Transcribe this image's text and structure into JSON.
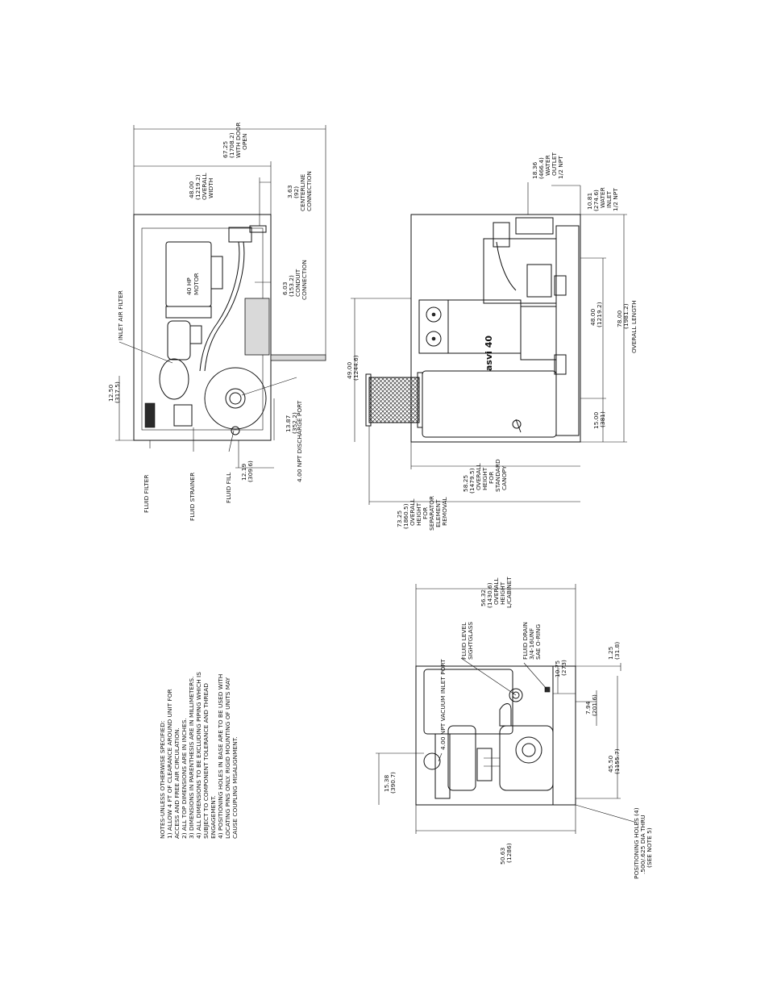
{
  "notes": {
    "header": "NOTES-UNLESS OTHERWISE SPECIFIED:",
    "lines": [
      "1) ALLOW 4 FT OF CLEARANCE AROUND UNIT FOR",
      "   ACCESS AND FREE AIR CIRCULATION.",
      "2) ALL TOP DIMENSIONS ARE IN INCHES.",
      "3) DIMENSIONS IN PARENTHESIS ARE IN MILLIMETERS.",
      "4) ALL DIMENSIONS TO BE EXCLUDING PIPING WHICH IS",
      "   SUBJECT TO COMPONENT TOLERANCE AND THREAD",
      "   ENGAGEMENT.",
      "4) POSITIONING HOLES IN BASE ARE TO BE USED WITH",
      "   LOCATING PINS ONLY. RIGID MOUNTING OF UNITS MAY",
      "   CAUSE COUPLING MISALIGNMENT."
    ]
  },
  "top_view": {
    "labels": {
      "inlet_air_filter": "INLET AIR FILTER",
      "motor": [
        "40 HP",
        "MOTOR"
      ],
      "fluid_filter": "FLUID FILTER",
      "fluid_strainer": "FLUID STRAINER",
      "fluid_fill": "FLUID FILL",
      "discharge_port": "4.00 NPT DISCHARGE PORT"
    },
    "dims": {
      "d1": [
        "67.25",
        "(1708.2)",
        "WITH DOOR",
        "OPEN"
      ],
      "d2": [
        "48.00",
        "(1219.2)",
        "OVERALL",
        "WIDTH"
      ],
      "d3": [
        "3.63",
        "(92)",
        "CENTERLINE",
        "CONNECTION"
      ],
      "d4": [
        "6.03",
        "(153.2)",
        "CONDUIT",
        "CONNECTION"
      ],
      "d5": [
        "12.50",
        "(317.5)"
      ],
      "d6": [
        "13.87",
        "(352.2)"
      ],
      "d7": [
        "12.19",
        "(309.6)"
      ]
    }
  },
  "side_view": {
    "brand": "asvi 40",
    "dims": {
      "d1": [
        "18.36",
        "(466.4)",
        "WATER",
        "OUTLET",
        "1/2 NPT"
      ],
      "d2": [
        "10.81",
        "(274.6)",
        "WATER",
        "INLET",
        "1/2 NPT"
      ],
      "d3": [
        "49.00",
        "(1244.6)"
      ],
      "d4": [
        "48.00",
        "(1219.2)"
      ],
      "d5": [
        "78.00",
        "(1981.2)",
        "OVERALL LENGTH"
      ],
      "d6": [
        "15.00",
        "(381)"
      ],
      "d7": [
        "58.25",
        "(1479.5)",
        "OVERALL",
        "HEIGHT",
        "FOR",
        "STANDARD",
        "CANOPY"
      ],
      "d8": [
        "73.25",
        "(1860.5)",
        "OVERALL",
        "HEIGHT",
        "FOR",
        "SEPARATOR",
        "ELEMENT",
        "REMOVAL"
      ]
    }
  },
  "end_view": {
    "labels": {
      "inlet_port": "4.00 NPT VACUUM INLET PORT",
      "sight_glass": [
        "FLUID LEVEL",
        "SIGHTGLASS"
      ],
      "fluid_drain": [
        "FLUID DRAIN",
        "3/4-16UNF",
        "SAE O-RING"
      ],
      "positioning": [
        "POSITIONING HOLES (4)",
        ".500/.625 DIA THRU",
        "(SEE NOTE 5)"
      ]
    },
    "dims": {
      "d1": [
        "56.32",
        "(1430.6)",
        "OVERALL",
        "HEIGHT",
        "L/CABINET"
      ],
      "d2": [
        "15.38",
        "(390.7)"
      ],
      "d3": [
        "50.63",
        "(1286)"
      ],
      "d4": [
        "10.75",
        "(273)"
      ],
      "d5": [
        "1.25",
        "(31.8)"
      ],
      "d6": [
        "7.94",
        "(201.6)"
      ],
      "d7": [
        "45.50",
        "(1155.7)"
      ]
    }
  }
}
